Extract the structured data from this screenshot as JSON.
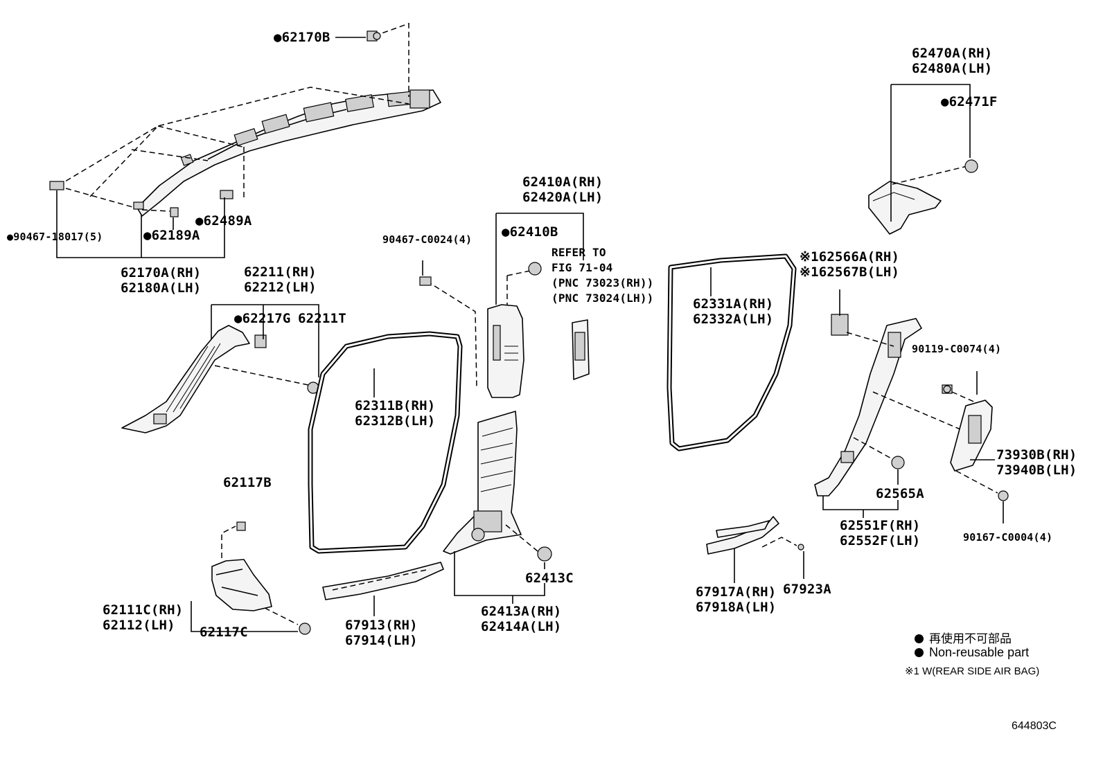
{
  "diagram": {
    "code": "644803C",
    "labels": {
      "p62170B": "●62170B",
      "p62470A": "62470A(RH)",
      "p62480A": "62480A(LH)",
      "p62471F": "●62471F",
      "p90467_18017": "●90467-18017(5)",
      "p62189A": "●62189A",
      "p62489A": "●62489A",
      "p62170A": "62170A(RH)",
      "p62180A": "62180A(LH)",
      "p62410A": "62410A(RH)",
      "p62420A": "62420A(LH)",
      "p62410B": "●62410B",
      "p90467_C0024": "90467-C0024(4)",
      "ref1": "REFER TO",
      "ref2": "FIG 71-04",
      "ref3": "(PNC 73023(RH))",
      "ref4": "(PNC 73024(LH))",
      "p62211": "62211(RH)",
      "p62212": "62212(LH)",
      "p62217G": "●62217G",
      "p62211T": "62211T",
      "p62331A": "62331A(RH)",
      "p62332A": "62332A(LH)",
      "p62566A": "※162566A(RH)",
      "p62567B": "※162567B(LH)",
      "p90119": "90119-C0074(4)",
      "p62311B": "62311B(RH)",
      "p62312B": "62312B(LH)",
      "p73930B": "73930B(RH)",
      "p73940B": "73940B(LH)",
      "p62117B": "62117B",
      "p62565A": "62565A",
      "p62551F": "62551F(RH)",
      "p62552F": "62552F(LH)",
      "p90167": "90167-C0004(4)",
      "p62413C": "62413C",
      "p62111C": "62111C(RH)",
      "p62112": "62112(LH)",
      "p62117C": "62117C",
      "p67913": "67913(RH)",
      "p67914": "67914(LH)",
      "p62413A": "62413A(RH)",
      "p62414A": "62414A(LH)",
      "p67917A": "67917A(RH)",
      "p67918A": "67918A(LH)",
      "p67923A": "67923A"
    },
    "legend": {
      "jp": "再使用不可部品",
      "en": "Non-reusable part",
      "note": "※1 W(REAR SIDE AIR BAG)"
    }
  }
}
